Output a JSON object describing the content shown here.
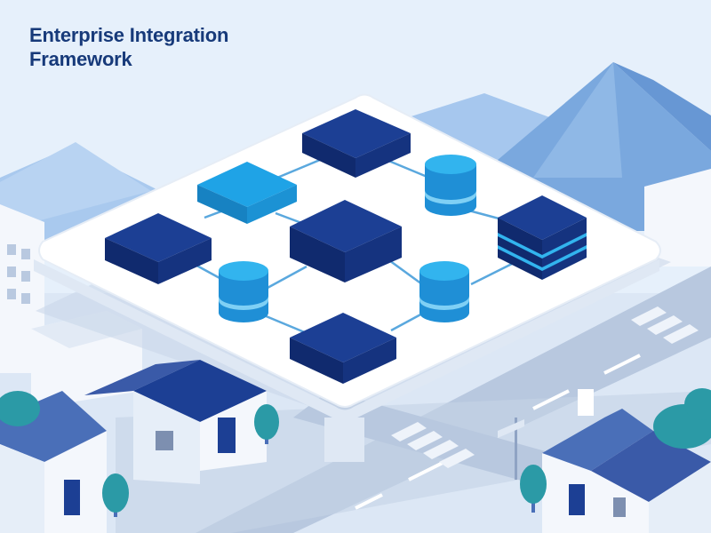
{
  "header": {
    "title": "Enterprise Integration Framework"
  },
  "palette": {
    "sky": "#e6f0fb",
    "mountain": "#8fb8e6",
    "platform": "#ffffff",
    "node_dark": "#1c3f94",
    "node_light": "#1fa3e6",
    "road": "#b8c8df",
    "tree": "#2b9aa6"
  },
  "nodes": [
    {
      "name": "server-block-top",
      "kind": "block"
    },
    {
      "name": "service-block-light",
      "kind": "block"
    },
    {
      "name": "database-top-right",
      "kind": "database"
    },
    {
      "name": "server-block-left",
      "kind": "block"
    },
    {
      "name": "hub-block-center",
      "kind": "block"
    },
    {
      "name": "server-rack-right",
      "kind": "rack"
    },
    {
      "name": "database-left",
      "kind": "database"
    },
    {
      "name": "database-right",
      "kind": "database"
    },
    {
      "name": "server-block-bottom",
      "kind": "block"
    }
  ]
}
